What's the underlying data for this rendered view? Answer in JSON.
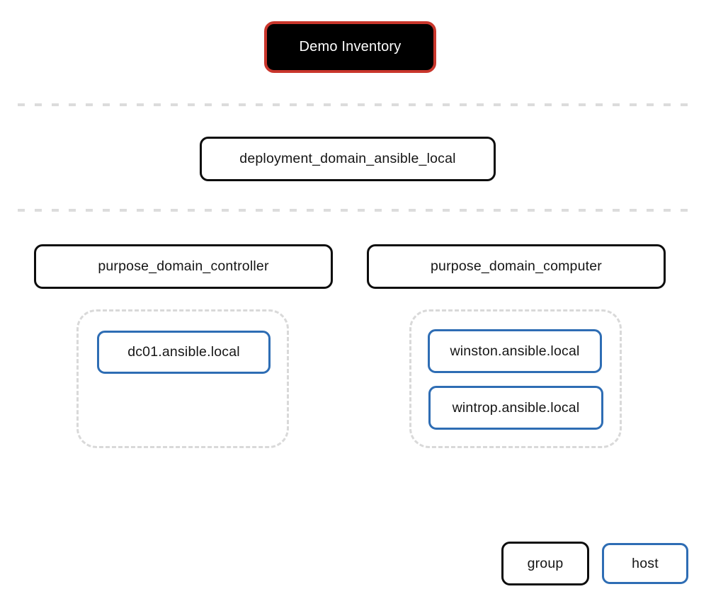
{
  "inventory": {
    "root": {
      "label": "Demo Inventory"
    },
    "deployment_group": {
      "label": "deployment_domain_ansible_local"
    },
    "purpose_groups": [
      {
        "label": "purpose_domain_controller",
        "hosts": [
          "dc01.ansible.local"
        ]
      },
      {
        "label": "purpose_domain_computer",
        "hosts": [
          "winston.ansible.local",
          "wintrop.ansible.local"
        ]
      }
    ],
    "legend": {
      "group": "group",
      "host": "host"
    }
  },
  "colors": {
    "root_fill": "#000000",
    "root_border": "#c9362c",
    "root_text": "#ffffff",
    "group_border": "#0d0d0d",
    "host_border": "#2e6db4",
    "divider_dash": "#dcdcdc",
    "host_container_dash": "#d9d9d9",
    "background": "#ffffff"
  }
}
